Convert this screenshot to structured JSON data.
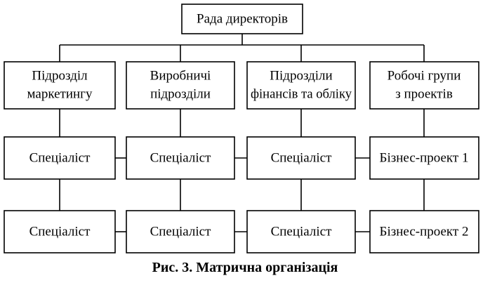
{
  "top": "Рада директорів",
  "departments": [
    {
      "lines": [
        "Підрозділ",
        "маркетингу"
      ],
      "rows": [
        "Спеціаліст",
        "Спеціаліст"
      ]
    },
    {
      "lines": [
        "Виробничі",
        "підрозділи"
      ],
      "rows": [
        "Спеціаліст",
        "Спеціаліст"
      ]
    },
    {
      "lines": [
        "Підрозділи",
        "фінансів та обліку"
      ],
      "rows": [
        "Спеціаліст",
        "Спеціаліст"
      ]
    },
    {
      "lines": [
        "Робочі групи",
        "з проектів"
      ],
      "rows": [
        "Бізнес-проект 1",
        "Бізнес-проект 2"
      ]
    }
  ],
  "caption": "Рис. 3. Матрична організація"
}
